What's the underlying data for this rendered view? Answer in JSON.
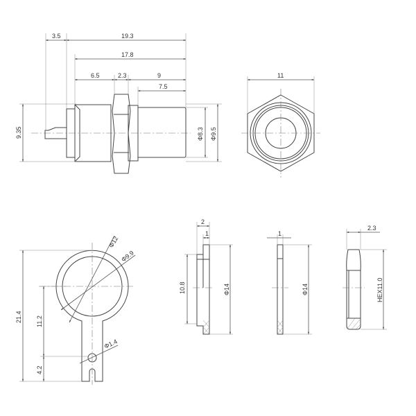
{
  "side_view": {
    "d_3_5": "3.5",
    "d_19_3": "19.3",
    "d_17_8": "17.8",
    "d_6_5": "6.5",
    "d_2_3": "2.3",
    "d_9": "9",
    "d_7_5": "7.5",
    "d_9_35": "9.35",
    "d_phi8_3": "Φ8.3",
    "d_phi9_5": "Φ9.5"
  },
  "front_view": {
    "d_11": "11"
  },
  "terminal_view": {
    "d_phi12": "Φ12",
    "d_phi9_9": "Φ9.9",
    "d_phi1_4": "Φ1.4",
    "d_21_4": "21.4",
    "d_11_2": "11.2",
    "d_4_2": "4.2"
  },
  "washer_1": {
    "d_2": "2",
    "d_1": "1",
    "d_10_8": "10.8",
    "d_phi14": "Φ14"
  },
  "washer_2": {
    "d_1": "1",
    "d_phi14": "Φ14"
  },
  "nut_view": {
    "d_2_3": "2.3",
    "d_hex": "HEX11.0"
  }
}
